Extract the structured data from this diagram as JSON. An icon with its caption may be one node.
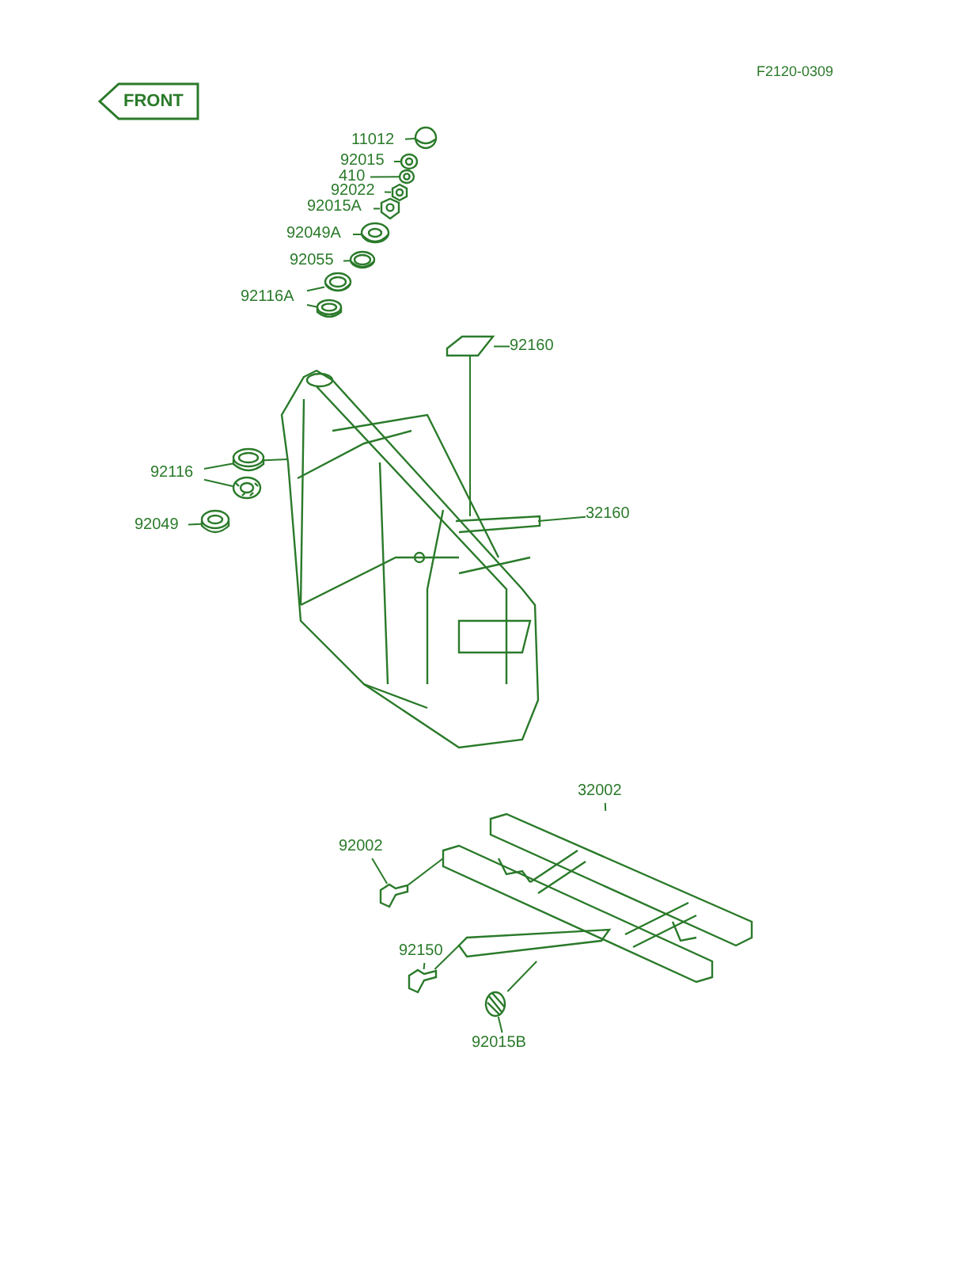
{
  "diagram": {
    "nodes": [
      {
        "text": [
          "FRONT"
        ]
      },
      {
        "text": [
          "11012"
        ]
      },
      {
        "text": [],
        "shape": "picture"
      },
      {
        "text": [
          "92015"
        ]
      },
      {
        "text": [],
        "shape": "picture"
      },
      {
        "text": [
          "410"
        ]
      },
      {
        "text": [],
        "shape": "picture"
      },
      {
        "text": [
          "92022"
        ]
      },
      {
        "text": [],
        "shape": "picture"
      },
      {
        "text": [
          "92015A"
        ]
      },
      {
        "text": [],
        "shape": "picture"
      },
      {
        "text": [
          "92049A"
        ]
      },
      {
        "text": [],
        "shape": "picture"
      },
      {
        "text": [
          "92055"
        ]
      },
      {
        "text": [],
        "shape": "picture"
      },
      {
        "text": [
          "92116A"
        ]
      },
      {
        "text": [],
        "shape": "picture"
      },
      {
        "text": [],
        "shape": "picture"
      },
      {
        "text": [],
        "shape": "picture"
      },
      {
        "text": [
          "92160"
        ]
      },
      {
        "text": [],
        "shape": "picture"
      },
      {
        "text": [
          "92116"
        ]
      },
      {
        "text": [],
        "shape": "picture"
      },
      {
        "text": [],
        "shape": "picture"
      },
      {
        "text": [
          "92049"
        ]
      },
      {
        "text": [],
        "shape": "picture"
      },
      {
        "text": [
          "32160"
        ]
      },
      {
        "text": [
          "32002"
        ]
      },
      {
        "text": [],
        "shape": "picture"
      },
      {
        "text": [
          "92002"
        ]
      },
      {
        "text": [],
        "shape": "picture"
      },
      {
        "text": [
          "92150"
        ]
      },
      {
        "text": [],
        "shape": "picture"
      },
      {
        "text": [
          "92015B"
        ]
      },
      {
        "text": [],
        "shape": "picture"
      }
    ],
    "edges": [
      {
        "from": 1,
        "to": 2,
        "arrow": "none"
      },
      {
        "from": 3,
        "to": 4,
        "arrow": "none"
      },
      {
        "from": 5,
        "to": 6,
        "arrow": "none"
      },
      {
        "from": 7,
        "to": 8,
        "arrow": "none"
      },
      {
        "from": 9,
        "to": 10,
        "arrow": "none"
      },
      {
        "from": 11,
        "to": 12,
        "arrow": "none"
      },
      {
        "from": 13,
        "to": 14,
        "arrow": "none"
      },
      {
        "from": 15,
        "to": 16,
        "arrow": "none"
      },
      {
        "from": 15,
        "to": 17,
        "arrow": "none"
      },
      {
        "from": 19,
        "to": 20,
        "arrow": "none"
      },
      {
        "from": 20,
        "to": 18,
        "arrow": "none"
      },
      {
        "from": 21,
        "to": 22,
        "arrow": "none"
      },
      {
        "from": 21,
        "to": 23,
        "arrow": "none"
      },
      {
        "from": 22,
        "to": 18,
        "arrow": "none"
      },
      {
        "from": 24,
        "to": 25,
        "arrow": "none"
      },
      {
        "from": 26,
        "to": 18,
        "arrow": "none"
      },
      {
        "from": 27,
        "to": 28,
        "arrow": "none"
      },
      {
        "from": 29,
        "to": 30,
        "arrow": "none"
      },
      {
        "from": 30,
        "to": 28,
        "arrow": "none"
      },
      {
        "from": 31,
        "to": 32,
        "arrow": "none"
      },
      {
        "from": 32,
        "to": 28,
        "arrow": "none"
      },
      {
        "from": 33,
        "to": 34,
        "arrow": "none"
      },
      {
        "from": 34,
        "to": 28,
        "arrow": "none"
      }
    ],
    "labels": [
      "F2120-0309"
    ]
  }
}
